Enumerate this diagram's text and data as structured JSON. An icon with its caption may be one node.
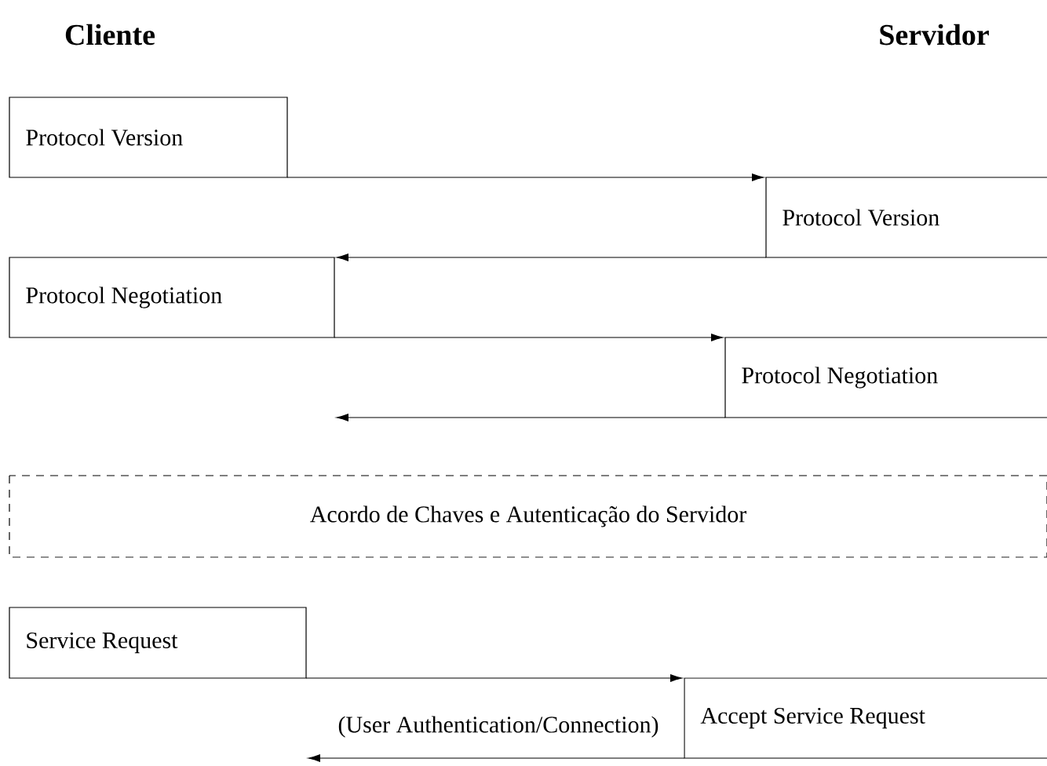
{
  "diagram": {
    "nodes": [
      {
        "text": [
          "Protocol Version"
        ]
      },
      {
        "text": [
          "Protocol Version"
        ]
      },
      {
        "text": [
          "Protocol Negotiation"
        ]
      },
      {
        "text": [
          "Protocol Negotiation"
        ]
      },
      {
        "text": [
          "Acordo de Chaves e Autenticação do Servidor"
        ]
      },
      {
        "text": [
          "Service Request"
        ]
      },
      {
        "text": [
          "Accept Service Request"
        ]
      }
    ],
    "edges": [
      {
        "from": 0,
        "to": 1,
        "arrow": "to"
      },
      {
        "from": 1,
        "to": 2,
        "arrow": "to"
      },
      {
        "from": 2,
        "to": 3,
        "arrow": "to"
      },
      {
        "from": 3,
        "to": null,
        "arrow": "to"
      },
      {
        "from": 5,
        "to": 6,
        "arrow": "to"
      },
      {
        "from": 6,
        "to": null,
        "arrow": "to",
        "label": "(User Authentication/Connection)"
      }
    ],
    "labels": [
      "Cliente",
      "Servidor"
    ]
  }
}
